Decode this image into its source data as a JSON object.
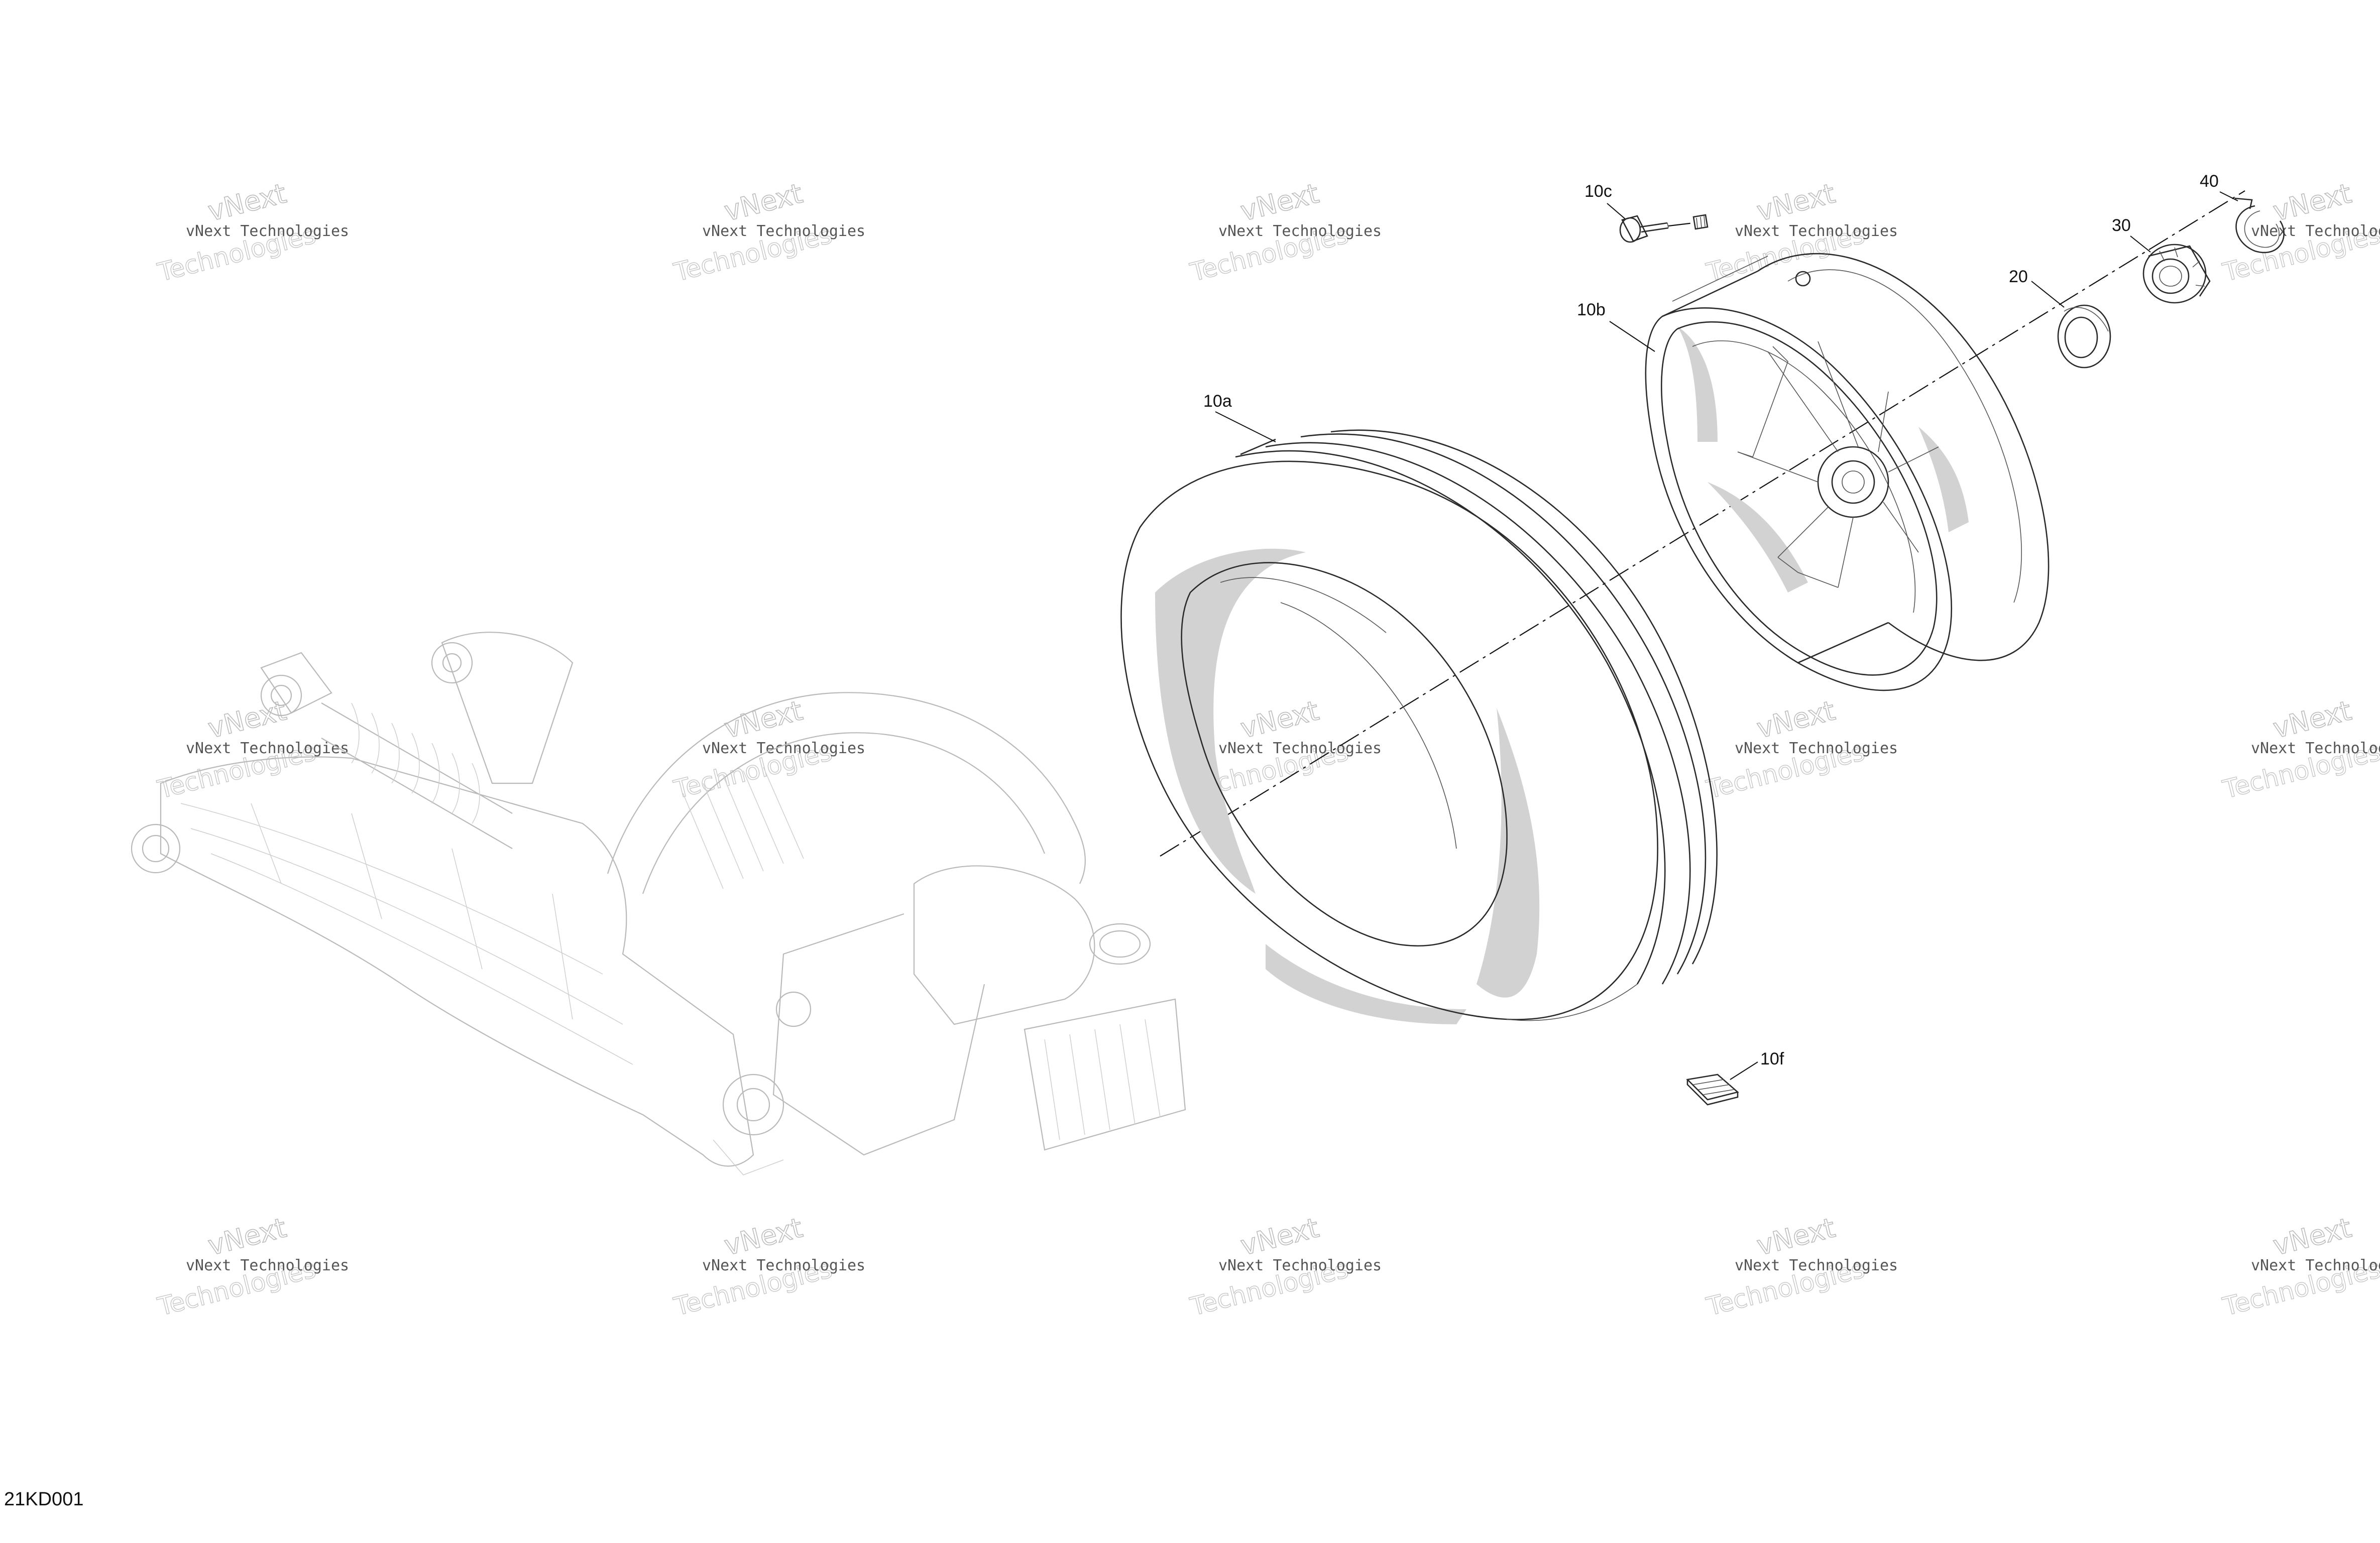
{
  "figure_id": "21KD001",
  "callouts": {
    "c10a": "10a",
    "c10b": "10b",
    "c10c": "10c",
    "c10f": "10f",
    "c20": "20",
    "c30": "30",
    "c40": "40"
  },
  "watermark": {
    "line1": "vNext Technologies",
    "line2": "vNext",
    "line3": "Technologies"
  },
  "colors": {
    "line": "#2a2a2a",
    "ghost": "#b9b9b9",
    "shade": "#d2d2d2",
    "background": "#ffffff"
  }
}
